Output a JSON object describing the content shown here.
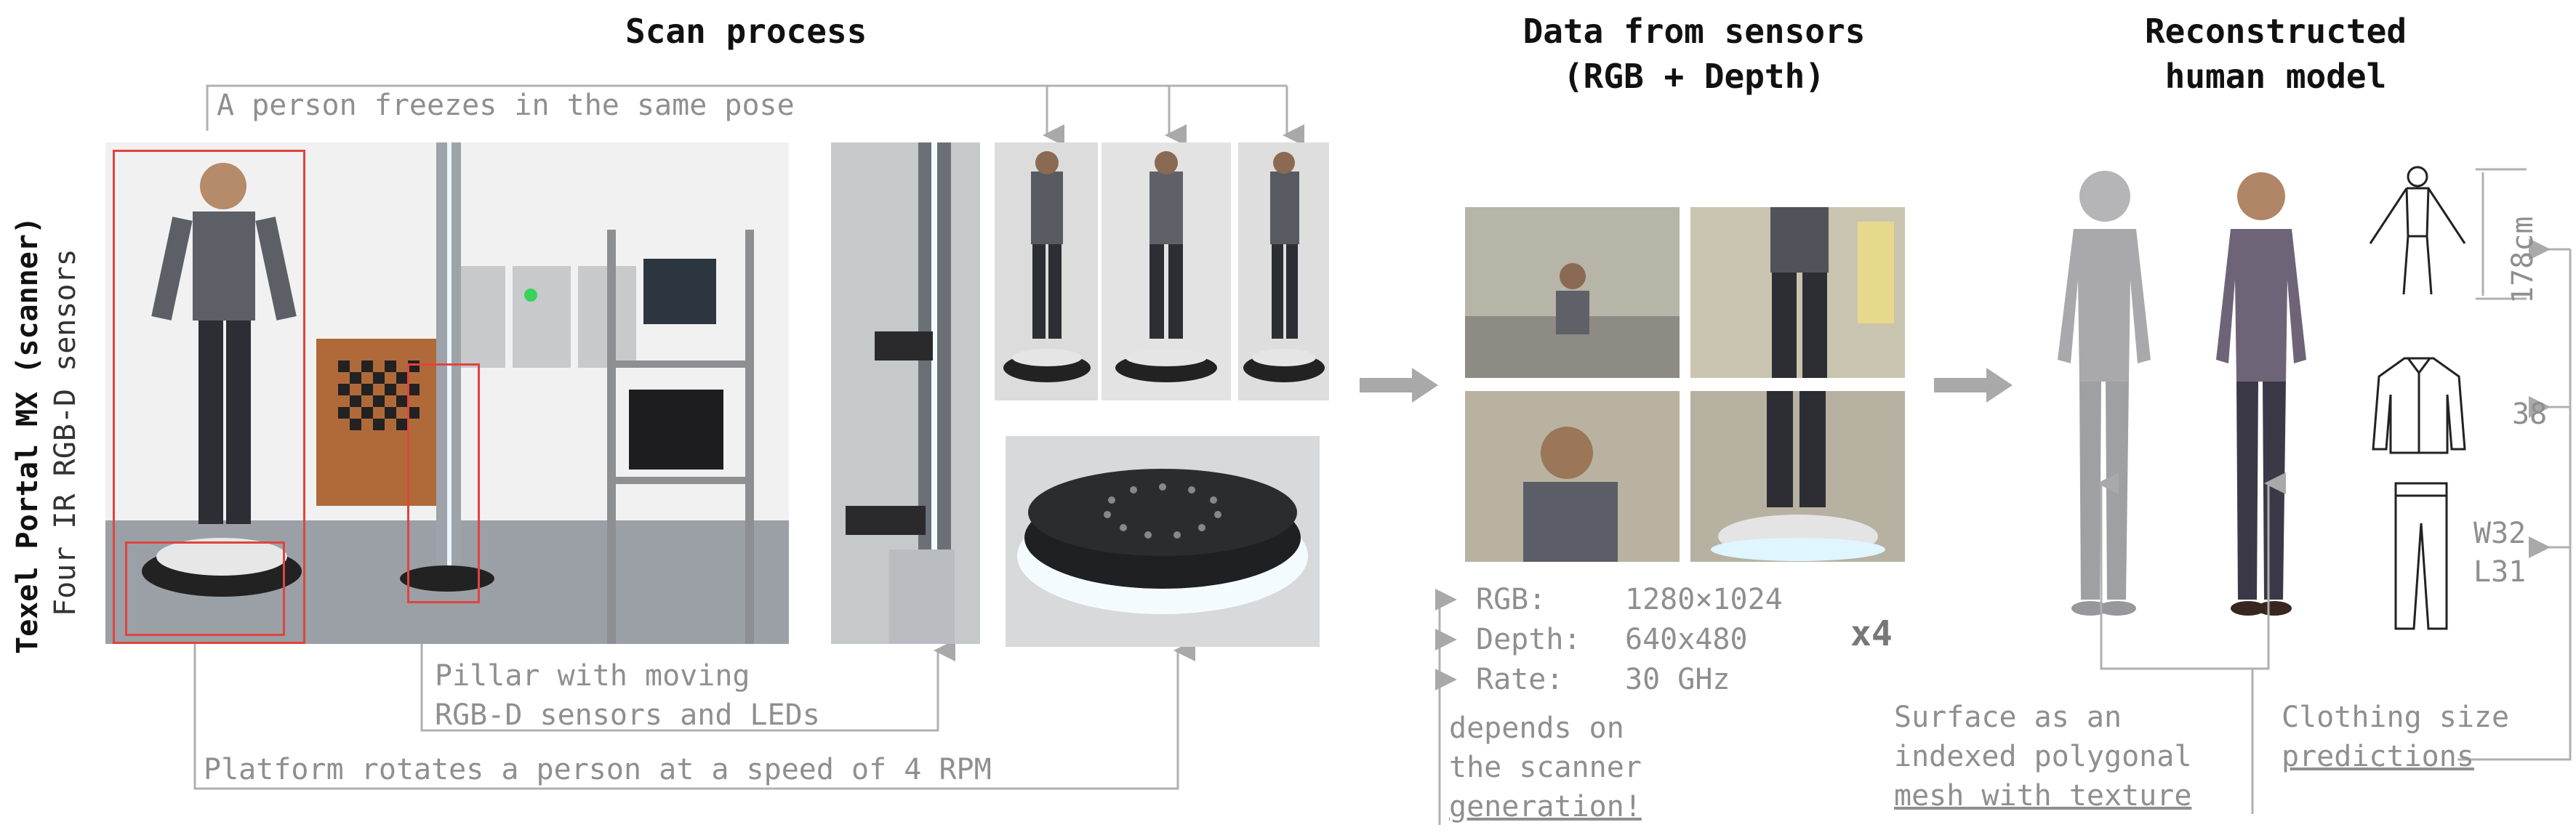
{
  "headings": {
    "scan_process": "Scan process",
    "data_from_sensors_line1": "Data from sensors",
    "data_from_sensors_line2": "(RGB + Depth)",
    "reconstructed_line1": "Reconstructed",
    "reconstructed_line2": "human model"
  },
  "scanner": {
    "name": "Texel Portal MX (scanner)",
    "sensors": "Four IR RGB-D sensors"
  },
  "annotations": {
    "freeze_pose": "A person freezes in the same pose",
    "pillar_line1": "Pillar with moving",
    "pillar_line2": "RGB-D sensors and LEDs",
    "platform": "Platform rotates a person at a speed of 4 RPM"
  },
  "sensor_specs": [
    {
      "key": "RGB:",
      "value": "1280×1024"
    },
    {
      "key": "Depth:",
      "value": "640x480"
    },
    {
      "key": "Rate:",
      "value": "30 GHz"
    }
  ],
  "multiplier": "x4",
  "generation_note": [
    "depends on",
    "the scanner",
    "generation!"
  ],
  "mesh_note": [
    "Surface as an",
    "indexed polygonal",
    "mesh with texture"
  ],
  "clothing_note": [
    "Clothing size",
    "predictions"
  ],
  "measurements": {
    "height": "178cm",
    "shirt": "38",
    "waist": "W32",
    "length": "L31"
  },
  "colors": {
    "heading": "#111111",
    "annotation": "#8f8f8f",
    "arrow": "#a9a9a9",
    "highlight_box": "#e0443e"
  }
}
